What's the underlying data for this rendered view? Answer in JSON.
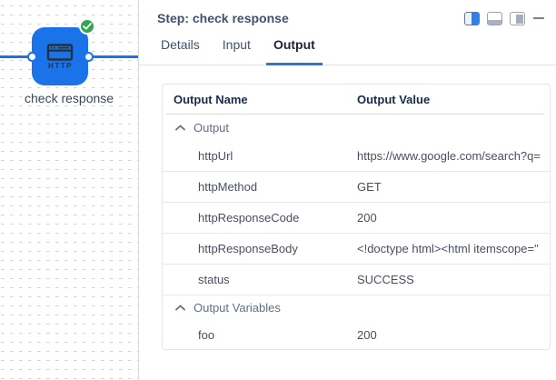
{
  "canvas": {
    "node": {
      "label": "check response",
      "icon_label": "HTTP",
      "status": "success"
    }
  },
  "panel": {
    "title": "Step: check response",
    "controls": {
      "layout_icons": [
        "split-right-active",
        "split-bottom",
        "overlay-right"
      ],
      "minimize": "minimize"
    },
    "tabs": [
      {
        "label": "Details",
        "active": false
      },
      {
        "label": "Input",
        "active": false
      },
      {
        "label": "Output",
        "active": true
      }
    ],
    "table": {
      "columns": [
        "Output Name",
        "Output Value"
      ],
      "groups": [
        {
          "label": "Output",
          "collapsed": false,
          "items": [
            {
              "name": "httpUrl",
              "value": "https://www.google.com/search?q="
            },
            {
              "name": "httpMethod",
              "value": "GET"
            },
            {
              "name": "httpResponseCode",
              "value": "200"
            },
            {
              "name": "httpResponseBody",
              "value": "<!doctype html><html itemscope=\""
            },
            {
              "name": "status",
              "value": "SUCCESS"
            }
          ]
        },
        {
          "label": "Output Variables",
          "collapsed": false,
          "items": [
            {
              "name": "foo",
              "value": "200"
            }
          ]
        }
      ]
    }
  },
  "colors": {
    "accent_blue": "#1a73e8",
    "tab_underline_blue": "#2e71d9",
    "active_icon_blue": "#2f80ed",
    "success_green": "#2fa84f",
    "slate_text": "#42526e",
    "grid_dash": "#c9d4dc"
  }
}
